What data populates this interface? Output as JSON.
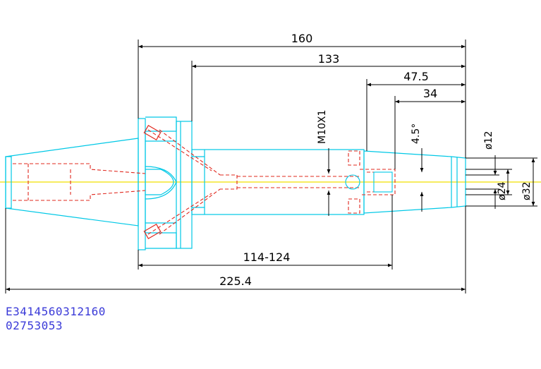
{
  "drawing": {
    "dimensions": {
      "overall_length": "160",
      "length_2": "133",
      "length_3": "47.5",
      "length_4": "34",
      "thread": "M10X1",
      "angle": "4.5°",
      "dia_1": "ø12",
      "dia_2": "ø24",
      "dia_3": "ø32",
      "range_length": "114-124",
      "total_length": "225.4"
    },
    "part_code": "E3414560312160",
    "order_code": "02753053"
  },
  "colors": {
    "outline": "#00c8e6",
    "hidden": "#e0281e",
    "centerline": "#f0e000",
    "dimension": "#000000",
    "text_code": "#3a3ad8"
  }
}
